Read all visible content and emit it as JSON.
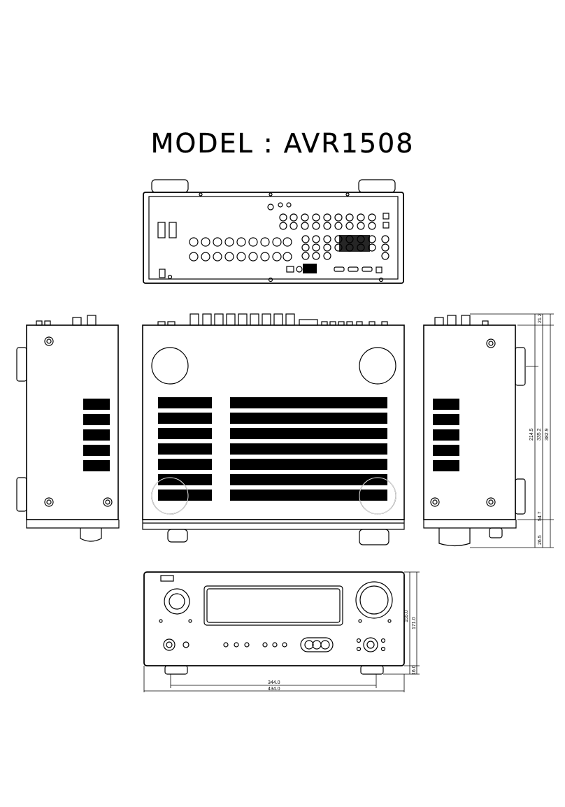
{
  "title": "MODEL : AVR1508",
  "dimensions": {
    "side_top": "21.2",
    "side_inner": "214.5",
    "side_mid": "335.2",
    "side_total": "382.9",
    "side_lower": "54.7",
    "side_foot": "26.5",
    "front_height": "155.0",
    "front_total_height": "171.0",
    "front_foot": "16.0",
    "front_inner_width": "344.0",
    "front_total_width": "434.0"
  }
}
